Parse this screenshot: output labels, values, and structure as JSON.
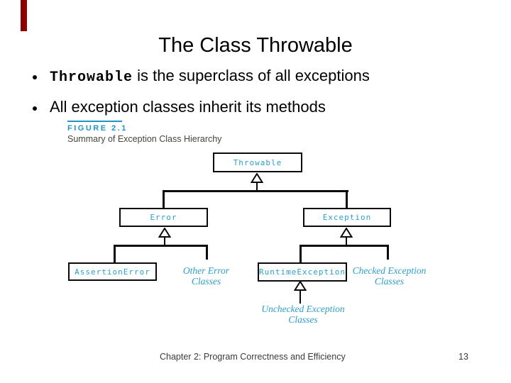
{
  "slide": {
    "title": "The Class Throwable",
    "bullets": [
      {
        "code": "Throwable",
        "text": " is the superclass of all exceptions"
      },
      {
        "text": "All exception classes inherit its methods"
      }
    ],
    "figure": {
      "label": "FIGURE 2.1",
      "caption": "Summary of Exception Class Hierarchy"
    },
    "diagram": {
      "nodes": {
        "throwable": "Throwable",
        "error": "Error",
        "exception": "Exception",
        "assertion_error": "AssertionError",
        "runtime_exception": "RuntimeException"
      },
      "group_labels": {
        "other_error": [
          "Other Error",
          "Classes"
        ],
        "checked": [
          "Checked Exception",
          "Classes"
        ],
        "unchecked": [
          "Unchecked Exception",
          "Classes"
        ]
      }
    },
    "footer": {
      "text": "Chapter 2: Program Correctness and Efficiency",
      "page": "13"
    },
    "colors": {
      "teal": "#2196c4",
      "accent_bar": "#8b0000"
    }
  }
}
